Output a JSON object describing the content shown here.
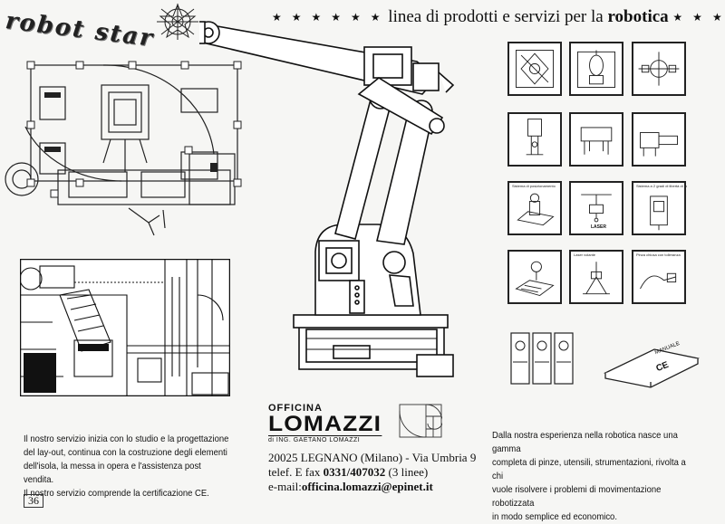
{
  "header": {
    "logo_text": "robot star",
    "line_prefix": "linea di prodotti e servizi per la",
    "line_bold": "robotica",
    "stars_left": "★ ★ ★ ★ ★ ★",
    "stars_right": "★ ★ ★"
  },
  "left_caption": {
    "lines": [
      "Il nostro servizio inizia con lo studio  e la progettazione",
      "del  lay-out, continua con la costruzione degli  elementi",
      "dell'isola, la messa in opera e l'assistenza post vendita.",
      "Il nostro servizio comprende la certificazione CE."
    ]
  },
  "company": {
    "pre": "OFFICINA",
    "name": "LOMAZZI",
    "subtitle": "di ING. GAETANO LOMAZZI",
    "address": "20025 LEGNANO (Milano) - Via Umbria 9",
    "phone_prefix": "telef. E  fax",
    "phone_number": "0331/407032",
    "phone_suffix": "(3 linee)",
    "email_prefix": "e-mail:",
    "email": "officina.lomazzi@epinet.it"
  },
  "right_caption": {
    "lines": [
      "Dalla nostra esperienza nella robotica nasce una gamma",
      "completa di pinze, utensili, strumentazioni, rivolta a  chi",
      "vuole risolvere i problemi di movimentazione robotizzata",
      "in modo semplice ed economico."
    ]
  },
  "page_number": "36",
  "icons": {
    "labels": {
      "r3c1": "Sistema di posizionamento",
      "r3c3": "Sistema a 2 gradi di libertà di rotazione",
      "r4c2": "Laser volante",
      "r4c3": "Pinza chiusa con tolleranza",
      "laser": "LASER",
      "manual": "MANUALE",
      "ce": "CE"
    }
  }
}
